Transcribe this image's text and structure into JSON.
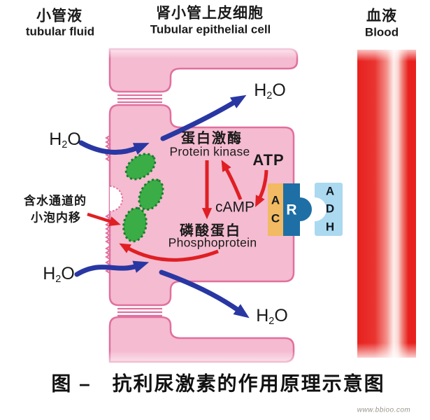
{
  "header": {
    "left_cn": "小管液",
    "left_en": "tubular fluid",
    "center_cn": "肾小管上皮细胞",
    "center_en": "Tubular epithelial cell",
    "right_cn": "血液",
    "right_en": "Blood"
  },
  "molecules": {
    "h2o": {
      "h": "H",
      "sub": "2",
      "o": "O"
    },
    "atp": "ATP",
    "camp": "cAMP"
  },
  "cascade": {
    "protein_kinase_cn": "蛋白激酶",
    "protein_kinase_en": "Protein kinase",
    "phosphoprotein_cn": "磷酸蛋白",
    "phosphoprotein_en": "Phosphoprotein"
  },
  "vesicle_note": {
    "line1": "含水通道的",
    "line2": "小泡内移"
  },
  "receptor_complex": {
    "ac": [
      "A",
      "C"
    ],
    "r": "R",
    "adh": [
      "A",
      "D",
      "H"
    ]
  },
  "caption": "图 –　抗利尿激素的作用原理示意图",
  "watermark": "www.bbioo.com",
  "colors": {
    "cell_fill": "#F5BBD0",
    "cell_border": "#E0709E",
    "vesicle_fill": "#3BAD46",
    "vesicle_border": "#177E2B",
    "ac_box": "#F2BA62",
    "r_box": "#1E6FA5",
    "adh_box": "#ABD9F0",
    "blood_red": "#E8211E",
    "arrow_blue": "#2937A3",
    "arrow_red": "#DF1F24"
  }
}
